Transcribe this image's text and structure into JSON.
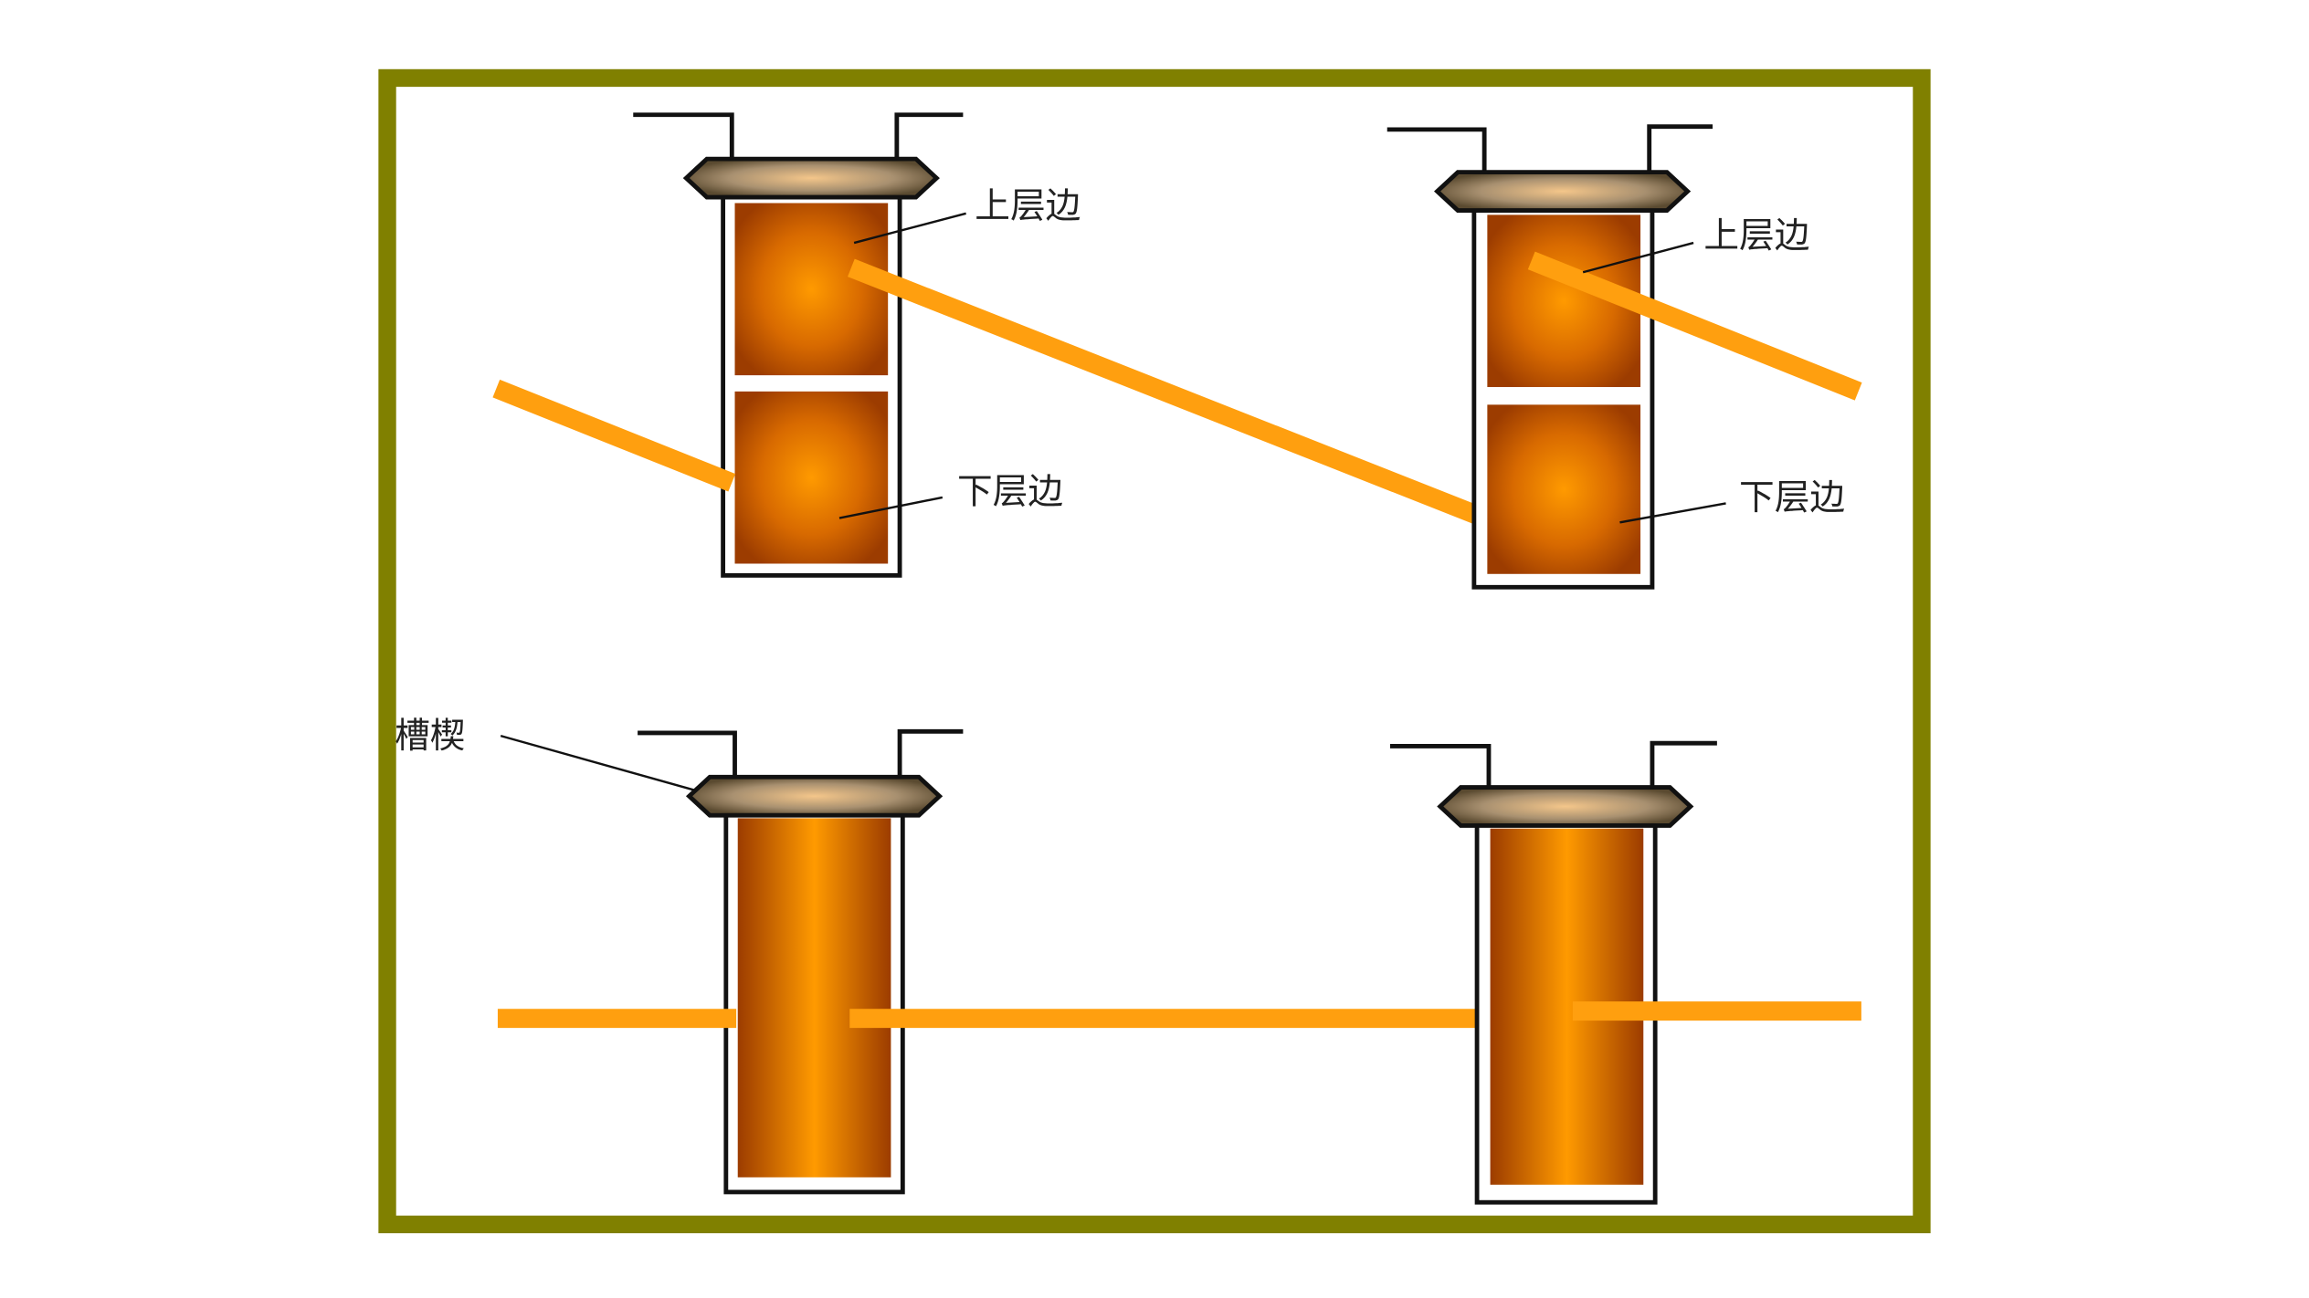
{
  "diagram": {
    "labels": {
      "upper_layer": "上层边",
      "lower_layer": "下层边",
      "slot_wedge": "槽楔"
    },
    "colors": {
      "frame_border": "#808000",
      "conductor_bar": "#ff9f0f",
      "coil_center": "#ff9a00",
      "coil_edge": "#9c3c00",
      "wedge": "#7a6a4a"
    }
  }
}
